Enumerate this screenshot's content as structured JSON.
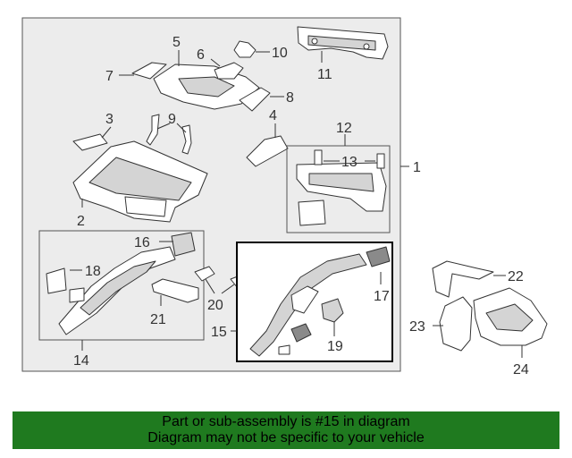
{
  "callouts": {
    "c1": "1",
    "c2": "2",
    "c3": "3",
    "c4": "4",
    "c5": "5",
    "c6": "6",
    "c7": "7",
    "c8": "8",
    "c9": "9",
    "c10": "10",
    "c11": "11",
    "c12": "12",
    "c13": "13",
    "c14": "14",
    "c15": "15",
    "c16": "16",
    "c17": "17",
    "c18": "18",
    "c19": "19",
    "c20": "20",
    "c21": "21",
    "c22": "22",
    "c23": "23",
    "c24": "24"
  },
  "highlight": {
    "part": "15",
    "color": "#000000"
  },
  "footer": {
    "line1": "Part or sub-assembly is #15 in diagram",
    "line2": "Diagram may not be specific to your vehicle",
    "background": "#1f7a1f"
  }
}
